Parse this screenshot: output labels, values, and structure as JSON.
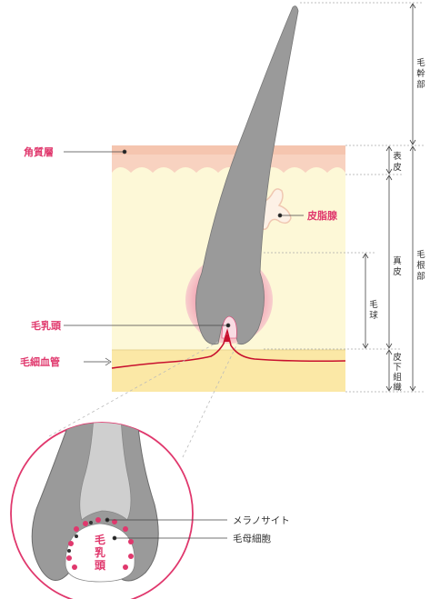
{
  "labels": {
    "stratum_corneum": "角質層",
    "sebaceous_gland": "皮脂腺",
    "dermal_papilla": "毛乳頭",
    "capillary": "毛細血管",
    "melanocyte": "メラノサイト",
    "hair_matrix_cell": "毛母細胞",
    "papilla_in_zoom": [
      "毛",
      "乳",
      "頭"
    ]
  },
  "side_labels": {
    "hair_shaft": [
      "毛",
      "幹",
      "部"
    ],
    "hair_root": [
      "毛",
      "根",
      "部"
    ],
    "epidermis": [
      "表",
      "皮"
    ],
    "dermis": [
      "真",
      "皮"
    ],
    "hair_bulb": [
      "毛",
      "球"
    ],
    "subcutaneous_tissue": [
      "皮",
      "下",
      "組",
      "織"
    ]
  },
  "colors": {
    "accent_pink": "#e0386d",
    "label_text": "#333333",
    "epidermis": "#f8d2c0",
    "dermis": "#fdf8d7",
    "subcutaneous": "#fbe8a6",
    "hair": "#9a9a9a",
    "hair_inner": "#cfcfcf",
    "bulb_glow": "#f08aa6",
    "capillary": "#c8102e"
  }
}
